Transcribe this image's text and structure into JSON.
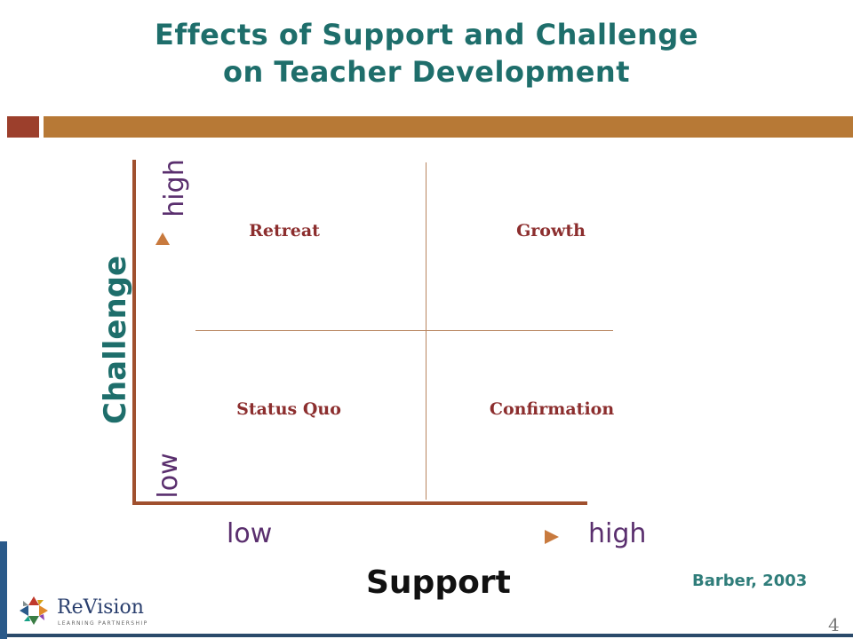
{
  "title": {
    "line1": "Effects of Support and Challenge",
    "line2": "on Teacher Development"
  },
  "diagram": {
    "quadrants": {
      "top_left": "Retreat",
      "top_right": "Growth",
      "bottom_left": "Status Quo",
      "bottom_right": "Confirmation"
    },
    "y_axis": {
      "label": "Challenge",
      "high": "high",
      "low": "low"
    },
    "x_axis": {
      "label": "Support",
      "low": "low",
      "high": "high"
    }
  },
  "citation": "Barber, 2003",
  "page_number": "4",
  "logo": {
    "name": "ReVision",
    "sub": "LEARNING PARTNERSHIP"
  },
  "colors": {
    "title": "#1e6e6b",
    "axis": "#a0502e",
    "quadrant_text": "#8c2e2e",
    "axis_words": "#5a2f6e",
    "header_bar": "#b77936",
    "header_bar_small": "#9c3f2c"
  }
}
